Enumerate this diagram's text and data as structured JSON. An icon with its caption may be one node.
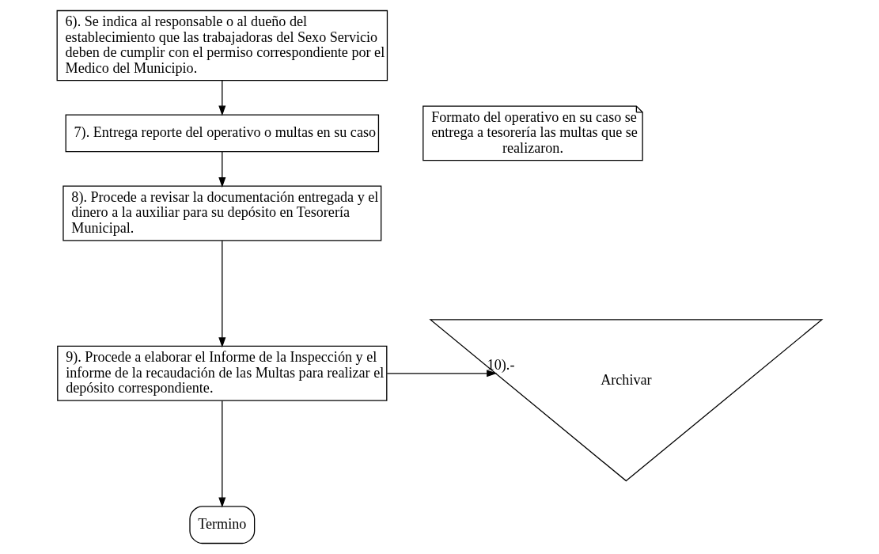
{
  "diagram": {
    "nodes": [
      {
        "text": [
          "6). Se indica al responsable o al dueño del establecimiento que las trabajadoras del Sexo Servicio deben de cumplir con el permiso correspondiente por el Medico del Municipio."
        ]
      },
      {
        "text": [
          "7). Entrega reporte del operativo o multas en su caso"
        ]
      },
      {
        "text": [
          "Formato del operativo en su caso se entrega a tesorería las multas que se realizaron."
        ]
      },
      {
        "text": [
          "8). Procede a revisar la documentación entregada y el dinero a la auxiliar para su depósito en Tesorería Municipal."
        ]
      },
      {
        "text": [
          "9). Procede a elaborar el Informe de la Inspección y el informe de la recaudación de las Multas para realizar el depósito correspondiente."
        ]
      },
      {
        "text": [
          "10).- Archivar"
        ]
      },
      {
        "text": [
          "Termino"
        ]
      }
    ],
    "edges": [
      {
        "from": 0,
        "to": 1,
        "arrow": "to"
      },
      {
        "from": 1,
        "to": 3,
        "arrow": "to"
      },
      {
        "from": 3,
        "to": 4,
        "arrow": "to"
      },
      {
        "from": 4,
        "to": 5,
        "arrow": "to"
      },
      {
        "from": 4,
        "to": 6,
        "arrow": "to"
      }
    ]
  }
}
